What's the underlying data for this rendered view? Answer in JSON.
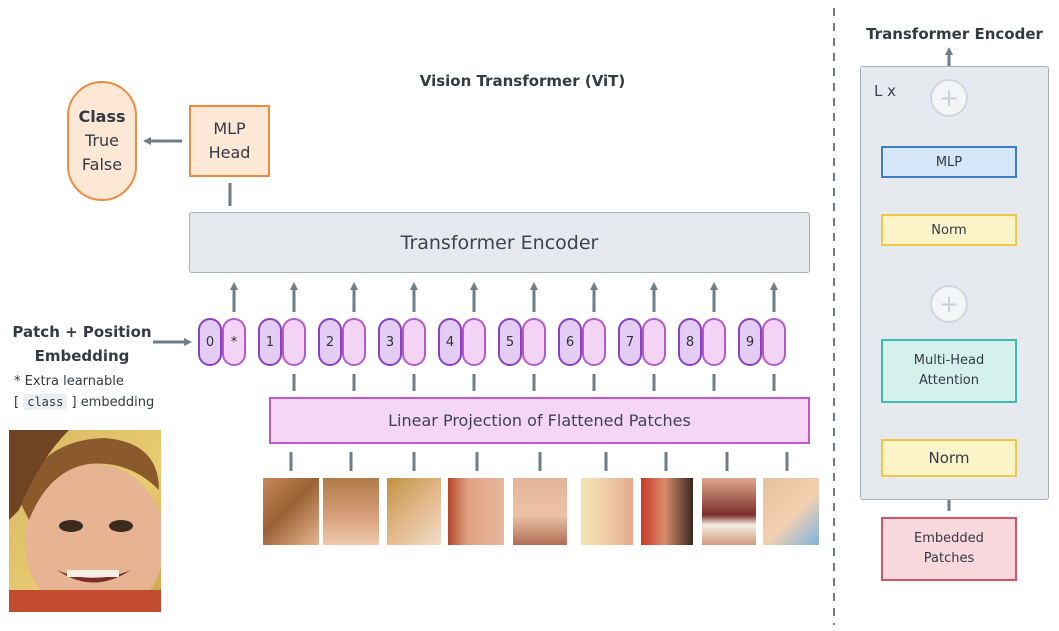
{
  "main_title": "Vision Transformer (ViT)",
  "class_output": {
    "heading": "Class",
    "option1": "True",
    "option2": "False"
  },
  "mlp_head": {
    "line1": "MLP",
    "line2": "Head"
  },
  "transformer_encoder_label": "Transformer Encoder",
  "patch_embedding": {
    "line1": "Patch + Position",
    "line2": "Embedding"
  },
  "note": {
    "line1": "* Extra learnable",
    "bracket_open": "[",
    "code": "class",
    "line2_rest": "] embedding"
  },
  "tokens": [
    "0",
    "*",
    "1",
    "2",
    "3",
    "4",
    "5",
    "6",
    "7",
    "8",
    "9"
  ],
  "linear_projection_label": "Linear Projection of Flattened Patches",
  "side_panel": {
    "title": "Transformer Encoder",
    "repeat_label": "L x",
    "plus_symbol": "+",
    "mlp_label": "MLP",
    "norm_label": "Norm",
    "mha_line1": "Multi-Head",
    "mha_line2": "Attention",
    "embedded_line1": "Embedded",
    "embedded_line2": "Patches"
  },
  "colors": {
    "arrow": "#6f7d89",
    "class_border": "#ef8a3e",
    "token_border": "#8b3fc7",
    "projection_border": "#c157cc",
    "mlp_border": "#3e7fc4",
    "norm_border": "#f0c848",
    "attention_border": "#3cbcb0",
    "embedded_border": "#d3556a"
  }
}
